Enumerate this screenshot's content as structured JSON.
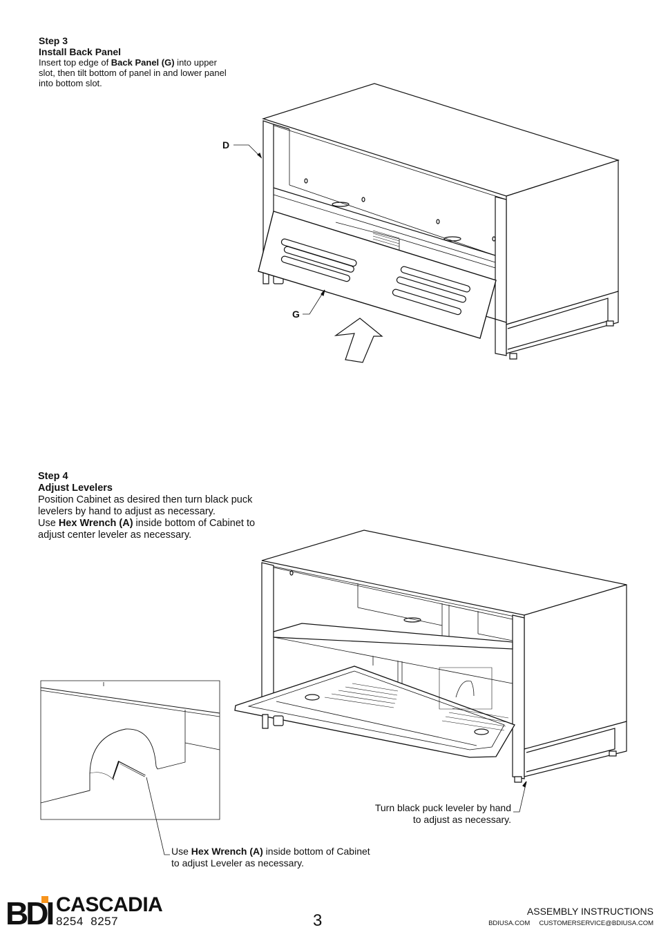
{
  "step3": {
    "number": "Step 3",
    "title": "Install Back Panel",
    "text_a": "Insert top edge of ",
    "bold_a": "Back Panel (G)",
    "text_b": " into upper",
    "line2": "slot, then tilt bottom of panel in and lower panel",
    "line3": "into bottom slot.",
    "label_d": "D",
    "label_g": "G"
  },
  "step4": {
    "number": "Step 4",
    "title": "Adjust Levelers",
    "line1": "Position Cabinet as desired then turn black puck",
    "line2": "levelers by hand to adjust as necessary.",
    "line3_a": "Use ",
    "line3_bold": "Hex Wrench (A)",
    "line3_b": " inside bottom of Cabinet to",
    "line4": "adjust center leveler as necessary.",
    "callout_puck_1": "Turn black puck leveler by hand",
    "callout_puck_2": "to adjust as necessary.",
    "callout_hex_a": "Use ",
    "callout_hex_bold": "Hex Wrench (A)",
    "callout_hex_b": " inside bottom of Cabinet",
    "callout_hex_2": "to adjust Leveler as necessary."
  },
  "footer": {
    "brand": "CASCADIA",
    "models": "8254  8257",
    "page_number": "3",
    "doc_type": "ASSEMBLY INSTRUCTIONS",
    "website": "BDIUSA.COM",
    "email": "CUSTOMERSERVICE@BDIUSA.COM",
    "logo_text": "BDI",
    "accent_color": "#f7941d"
  }
}
